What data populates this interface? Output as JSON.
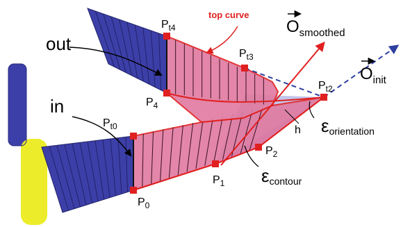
{
  "colors": {
    "blue": "#3d3fa8",
    "blue_light": "#8b8fd8",
    "red": "#e02020",
    "pink": "#e07aa0",
    "yellow": "#ecec2a",
    "dash_blue": "#2e3fa0"
  },
  "labels": {
    "top_curve": "top curve",
    "out": "out",
    "in": "in",
    "pt4_main": "P",
    "pt4_sub": "t4",
    "pt3_main": "P",
    "pt3_sub": "t3",
    "pt2_main": "P",
    "pt2_sub": "t2",
    "pt0_main": "P",
    "pt0_sub": "t0",
    "p4_main": "P",
    "p4_sub": "4",
    "p2_main": "P",
    "p2_sub": "2",
    "p1_main": "P",
    "p1_sub": "1",
    "p0_main": "P",
    "p0_sub": "0",
    "h": "h",
    "o_smoothed_main": "O",
    "o_smoothed_sub": "smoothed",
    "o_init_main": "O",
    "o_init_sub": "init",
    "eps_orient_main": "ε",
    "eps_orient_sub": "orientation",
    "eps_contour_main": "ε",
    "eps_contour_sub": "contour"
  }
}
